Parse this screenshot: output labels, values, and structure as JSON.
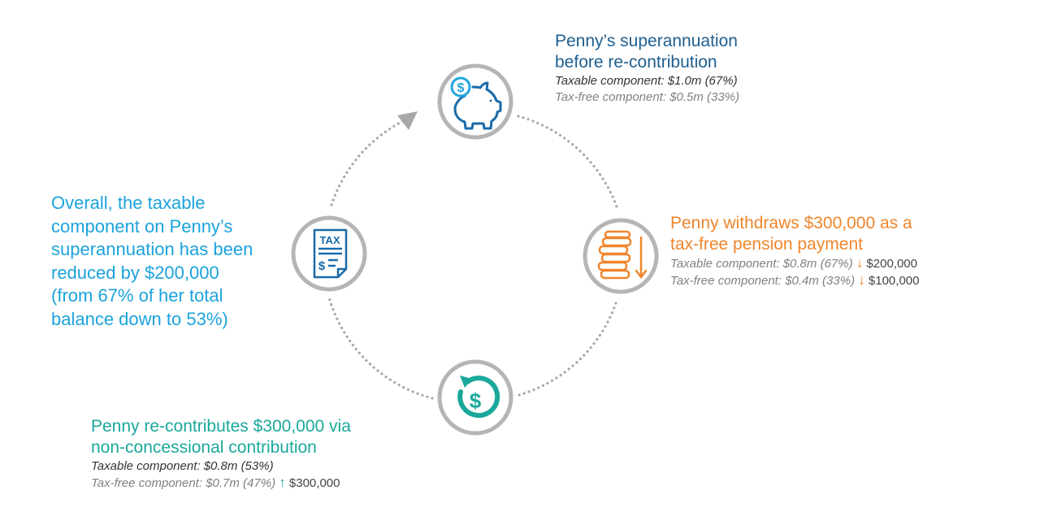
{
  "colors": {
    "ring": "#a8a8a8",
    "circle_border": "#b5b5b5",
    "top_headline": "#1e5f8f",
    "icon_blue": "#1a6aa8",
    "icon_cyan": "#20a7dd",
    "orange": "#f0852b",
    "teal": "#1aa89a",
    "left_text": "#1ba3dc"
  },
  "icons": {
    "top": "piggy-bank-icon",
    "right": "coin-stack-icon",
    "bottom": "recontribute-dollar-icon",
    "left": "tax-document-icon"
  },
  "steps": {
    "top": {
      "headline_line1": "Penny’s superannuation",
      "headline_line2": "before re-contribution",
      "taxable": "Taxable component: $1.0m (67%)",
      "taxfree": "Tax-free component: $0.5m (33%)"
    },
    "right": {
      "headline_line1": "Penny withdraws $300,000 as a",
      "headline_line2": "tax-free pension payment",
      "taxable": "Taxable component: $0.8m (67%)",
      "taxable_arrow": "↓",
      "taxable_change": "$200,000",
      "taxfree": "Tax-free component: $0.4m (33%)",
      "taxfree_arrow": "↓",
      "taxfree_change": "$100,000"
    },
    "bottom": {
      "headline_line1": "Penny re-contributes $300,000 via",
      "headline_line2": "non-concessional contribution",
      "taxable": "Taxable component: $0.8m (53%)",
      "taxfree": "Tax-free component: $0.7m (47%)",
      "taxfree_arrow": "↑",
      "taxfree_change": "$300,000"
    },
    "left": {
      "lines": [
        "Overall, the taxable",
        "component on Penny’s",
        "superannuation has been",
        "reduced by $200,000",
        "(from 67% of her total",
        "balance down to 53%)"
      ]
    }
  },
  "tax_icon_label": "TAX",
  "dollar_glyph": "$"
}
